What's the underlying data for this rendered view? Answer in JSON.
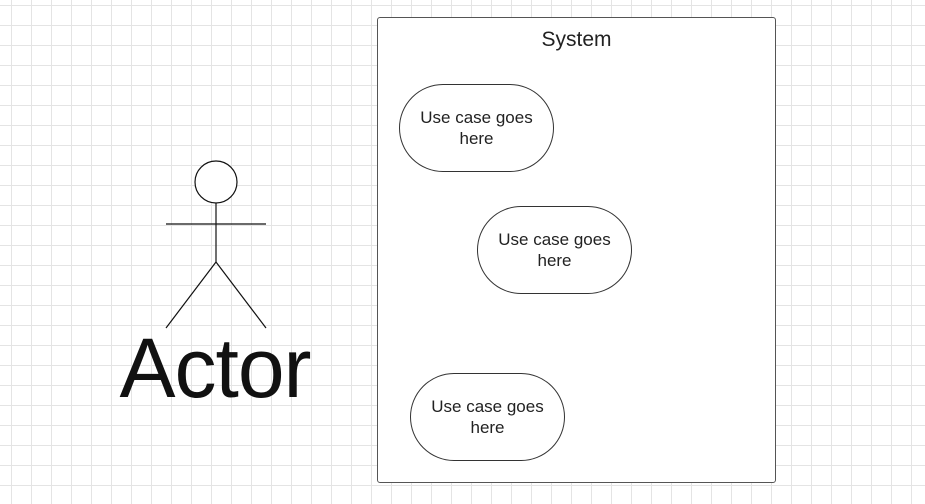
{
  "actor": {
    "label": "Actor"
  },
  "system": {
    "title": "System",
    "use_cases": [
      {
        "label": "Use case goes here"
      },
      {
        "label": "Use case goes here"
      },
      {
        "label": "Use case goes here"
      }
    ]
  },
  "colors": {
    "grid": "#e4e4e4",
    "stroke": "#333333",
    "text": "#222222",
    "background": "#ffffff"
  }
}
